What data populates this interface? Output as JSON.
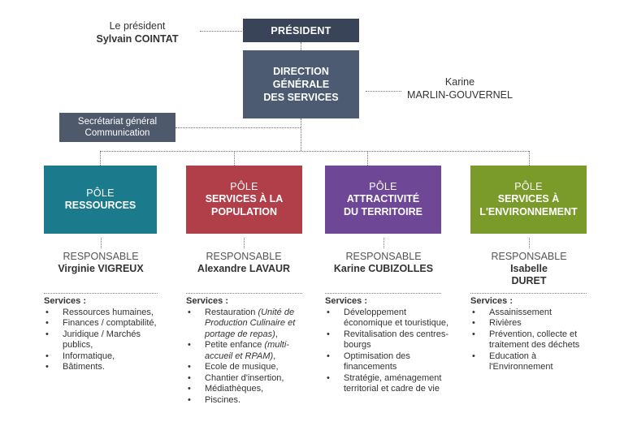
{
  "president": {
    "role_label": "Le président",
    "name": "Sylvain COINTAT",
    "box_label": "PRÉSIDENT"
  },
  "dgs": {
    "box_line1": "DIRECTION",
    "box_line2": "GÉNÉRALE",
    "box_line3": "DES SERVICES",
    "person_first": "Karine",
    "person_last": "MARLIN-GOUVERNEL"
  },
  "secretariat": {
    "line1": "Secrétariat général",
    "line2": "Communication"
  },
  "poles": [
    {
      "color": "#1b7a8c",
      "label": "PÔLE",
      "title_line1": "RESSOURCES",
      "title_line2": "",
      "responsable_label": "RESPONSABLE",
      "responsable_line1": "Virginie VIGREUX",
      "responsable_line2": "",
      "services_header": "Services :",
      "services": [
        "Ressources humaines,",
        "Finances / comptabilité,",
        "Juridique / Marchés publics,",
        "Informatique,",
        "Bâtiments."
      ]
    },
    {
      "color": "#b03f49",
      "label": "PÔLE",
      "title_line1": "SERVICES À LA",
      "title_line2": "POPULATION",
      "responsable_label": "RESPONSABLE",
      "responsable_line1": "Alexandre LAVAUR",
      "responsable_line2": "",
      "services_header": "Services :",
      "services": [
        "Restauration",
        "(Unité de Production Culinaire et portage de repas)",
        ",",
        "Petite enfance",
        "(multi-accueil et RPAM)",
        ",",
        "Ecole de musique,",
        "Chantier d'insertion,",
        "Médiathèques,",
        "Piscines."
      ]
    },
    {
      "color": "#6e4797",
      "label": "PÔLE",
      "title_line1": "ATTRACTIVITÉ",
      "title_line2": "DU TERRITOIRE",
      "responsable_label": "RESPONSABLE",
      "responsable_line1": "Karine CUBIZOLLES",
      "responsable_line2": "",
      "services_header": "Services :",
      "services": [
        "Développement économique et touristique,",
        "Revitalisation des centres-bourgs",
        "Optimisation des financements",
        "Stratégie, aménagement territorial et cadre de vie"
      ]
    },
    {
      "color": "#7a9a2a",
      "label": "PÔLE",
      "title_line1": "SERVICES À",
      "title_line2": "L'ENVIRONNEMENT",
      "responsable_label": "RESPONSABLE",
      "responsable_line1": "Isabelle",
      "responsable_line2": "DURET",
      "services_header": "Services :",
      "services": [
        "Assainissement",
        "Rivières",
        "Prévention, collecte et traitement des déchets",
        "Education à l'Environnement"
      ]
    }
  ]
}
